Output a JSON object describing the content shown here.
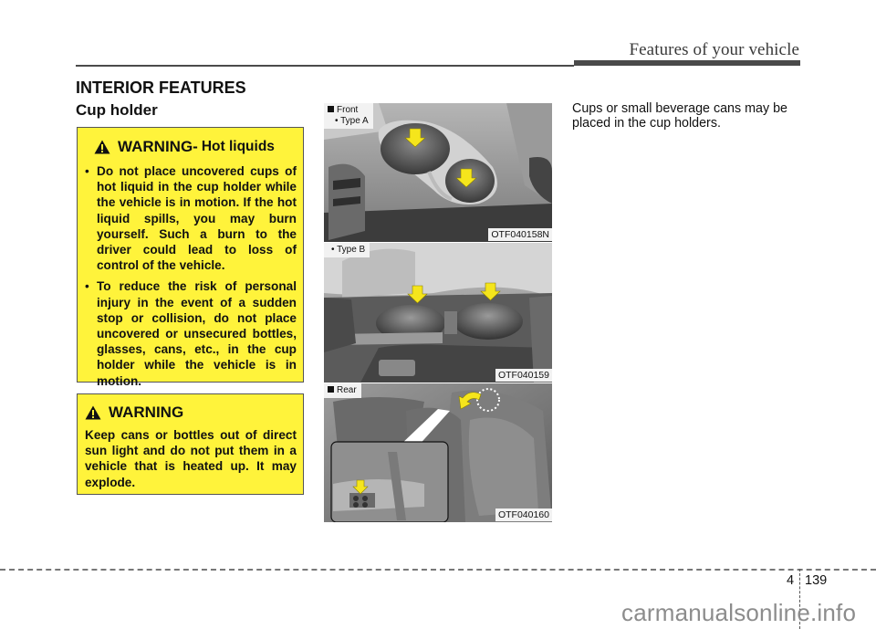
{
  "header": {
    "title": "Features of your vehicle"
  },
  "section": {
    "title": "INTERIOR FEATURES",
    "subtitle": "Cup holder"
  },
  "warnings": [
    {
      "icon": "warning-triangle-icon",
      "heading": "WARNING",
      "separator": " -",
      "subheading": "Hot liquids",
      "items": [
        "Do not place uncovered cups of hot liquid in the cup holder while the vehicle is in motion. If the hot liquid spills, you may burn yourself. Such a burn to the driver could lead to loss of control of the vehicle.",
        "To reduce the risk of personal injury in the event of a sudden stop or collision, do not place uncovered or unsecured bottles, glasses, cans, etc., in the cup holder while the vehicle is in motion."
      ],
      "background": "#fff33b"
    },
    {
      "icon": "warning-triangle-icon",
      "heading": "WARNING",
      "text": "Keep cans or bottles out of direct sun light and do not put them in a vehicle that is heated up. It may explode.",
      "background": "#fff33b"
    }
  ],
  "figures": [
    {
      "label_group": "Front",
      "label_sub": "• Type A",
      "code": "OTF040158N"
    },
    {
      "label_sub": "• Type B",
      "code": "OTF040159"
    },
    {
      "label_group": "Rear",
      "code": "OTF040160"
    }
  ],
  "body": {
    "text": "Cups or small beverage cans may be placed in the cup holders."
  },
  "footer": {
    "chapter": "4",
    "page": "139",
    "watermark": "carmanualsonline.info"
  },
  "colors": {
    "warning_yellow": "#fff33b",
    "arrow_yellow": "#f5e51c",
    "rule_gray": "#4a4a4a"
  }
}
